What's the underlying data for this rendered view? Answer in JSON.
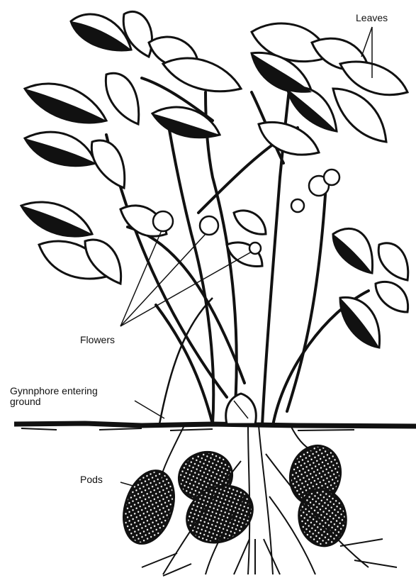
{
  "labels": {
    "leaves": "Leaves",
    "flowers": "Flowers",
    "gynophore_line1": "Gynnphore entering",
    "gynophore_line2": "ground",
    "pods": "Pods"
  },
  "colors": {
    "ink": "#111111",
    "paper": "#ffffff"
  }
}
